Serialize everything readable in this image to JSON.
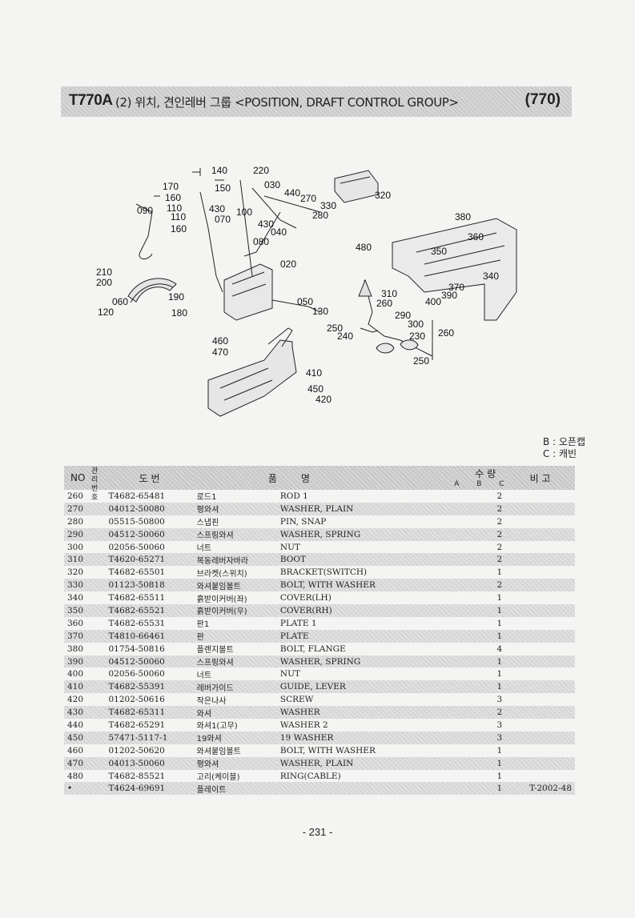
{
  "header": {
    "model": "T770A",
    "subject": "(2) 위치, 견인레버 그룹 <POSITION, DRAFT CONTROL GROUP>",
    "page_code": "(770)"
  },
  "diagram": {
    "callouts": [
      "140",
      "220",
      "170",
      "150",
      "030",
      "440",
      "160",
      "270",
      "090",
      "110",
      "430",
      "100",
      "330",
      "280",
      "320",
      "110",
      "070",
      "430",
      "160",
      "040",
      "080",
      "380",
      "360",
      "480",
      "350",
      "020",
      "210",
      "200",
      "340",
      "310",
      "370",
      "060",
      "190",
      "260",
      "400",
      "390",
      "050",
      "120",
      "180",
      "130",
      "290",
      "300",
      "250",
      "260",
      "240",
      "230",
      "460",
      "470",
      "250",
      "410",
      "450",
      "420"
    ]
  },
  "legend": {
    "b": "B : 오픈캡",
    "c": "C : 캐빈"
  },
  "table": {
    "head": {
      "no": "NO",
      "mgmt": "관리 번호",
      "drawing": "도 번",
      "name_left": "품",
      "name_right": "명",
      "qty": "수 량",
      "qty_a": "A",
      "qty_b": "B",
      "qty_c": "C",
      "remarks": "비 고"
    },
    "rows": [
      {
        "no": "260",
        "code": "T4682-65481",
        "kr": "로드1",
        "en": "ROD 1",
        "qty": "2",
        "rem": ""
      },
      {
        "no": "270",
        "code": "04012-50080",
        "kr": "평와셔",
        "en": "WASHER, PLAIN",
        "qty": "2",
        "rem": ""
      },
      {
        "no": "280",
        "code": "05515-50800",
        "kr": "스냅핀",
        "en": "PIN, SNAP",
        "qty": "2",
        "rem": ""
      },
      {
        "no": "290",
        "code": "04512-50060",
        "kr": "스프링와셔",
        "en": "WASHER, SPRING",
        "qty": "2",
        "rem": ""
      },
      {
        "no": "300",
        "code": "02056-50060",
        "kr": "너트",
        "en": "NUT",
        "qty": "2",
        "rem": ""
      },
      {
        "no": "310",
        "code": "T4620-65271",
        "kr": "복동레버자바라",
        "en": "BOOT",
        "qty": "2",
        "rem": ""
      },
      {
        "no": "320",
        "code": "T4682-65501",
        "kr": "브라켓(스위치)",
        "en": "BRACKET(SWITCH)",
        "qty": "1",
        "rem": ""
      },
      {
        "no": "330",
        "code": "01123-50818",
        "kr": "와셔붙임볼트",
        "en": "BOLT, WITH WASHER",
        "qty": "2",
        "rem": ""
      },
      {
        "no": "340",
        "code": "T4682-65511",
        "kr": "흙받이커버(좌)",
        "en": "COVER(LH)",
        "qty": "1",
        "rem": ""
      },
      {
        "no": "350",
        "code": "T4682-65521",
        "kr": "흙받이커버(우)",
        "en": "COVER(RH)",
        "qty": "1",
        "rem": ""
      },
      {
        "no": "360",
        "code": "T4682-65531",
        "kr": "판1",
        "en": "PLATE 1",
        "qty": "1",
        "rem": ""
      },
      {
        "no": "370",
        "code": "T4810-66461",
        "kr": "판",
        "en": "PLATE",
        "qty": "1",
        "rem": ""
      },
      {
        "no": "380",
        "code": "01754-50816",
        "kr": "플랜지볼트",
        "en": "BOLT, FLANGE",
        "qty": "4",
        "rem": ""
      },
      {
        "no": "390",
        "code": "04512-50060",
        "kr": "스프링와셔",
        "en": "WASHER, SPRING",
        "qty": "1",
        "rem": ""
      },
      {
        "no": "400",
        "code": "02056-50060",
        "kr": "너트",
        "en": "NUT",
        "qty": "1",
        "rem": ""
      },
      {
        "no": "410",
        "code": "T4682-55391",
        "kr": "레버가이드",
        "en": "GUIDE, LEVER",
        "qty": "1",
        "rem": ""
      },
      {
        "no": "420",
        "code": "01202-50616",
        "kr": "작은나사",
        "en": "SCREW",
        "qty": "3",
        "rem": ""
      },
      {
        "no": "430",
        "code": "T4682-65311",
        "kr": "와셔",
        "en": "WASHER",
        "qty": "2",
        "rem": ""
      },
      {
        "no": "440",
        "code": "T4682-65291",
        "kr": "와셔1(고무)",
        "en": "WASHER 2",
        "qty": "3",
        "rem": ""
      },
      {
        "no": "450",
        "code": "57471-5117-1",
        "kr": "19와셔",
        "en": "19 WASHER",
        "qty": "3",
        "rem": ""
      },
      {
        "no": "460",
        "code": "01202-50620",
        "kr": "와셔붙임볼트",
        "en": "BOLT, WITH WASHER",
        "qty": "1",
        "rem": ""
      },
      {
        "no": "470",
        "code": "04013-50060",
        "kr": "평와셔",
        "en": "WASHER, PLAIN",
        "qty": "1",
        "rem": ""
      },
      {
        "no": "480",
        "code": "T4682-85521",
        "kr": "고리(케이블)",
        "en": "RING(CABLE)",
        "qty": "1",
        "rem": ""
      },
      {
        "no": "•",
        "code": "T4624-69691",
        "kr": "플레이트",
        "en": "",
        "qty": "1",
        "rem": "T-2002-48"
      }
    ]
  },
  "page_number": "- 231 -"
}
